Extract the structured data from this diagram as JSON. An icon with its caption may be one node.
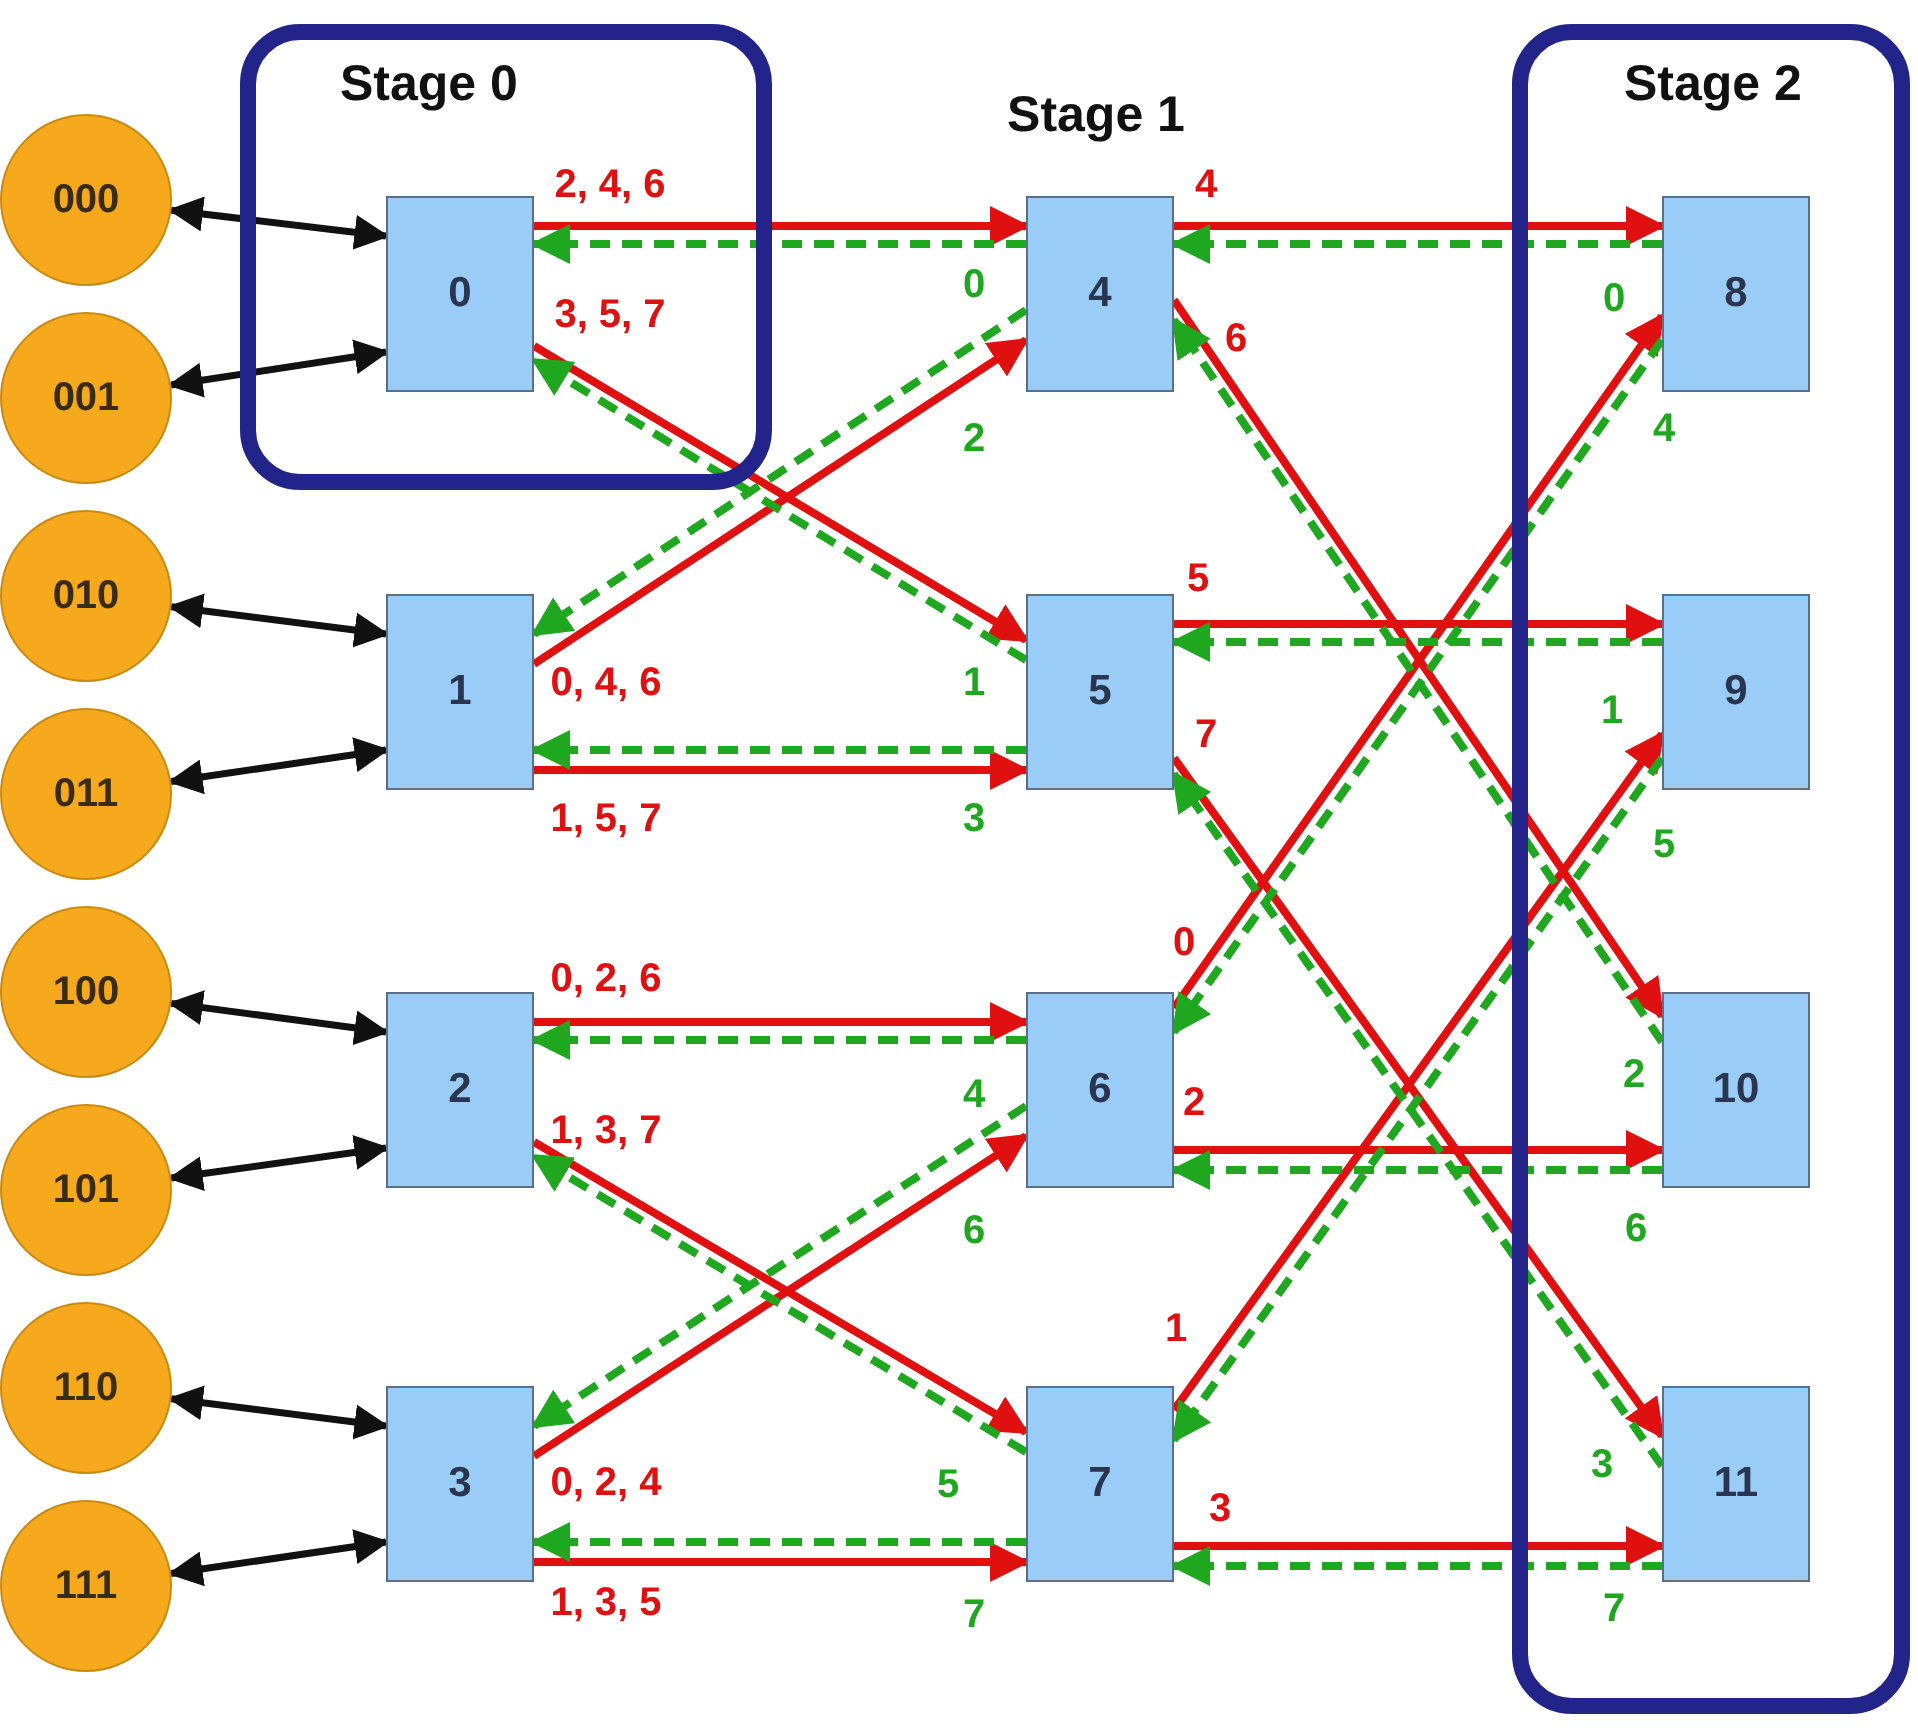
{
  "diagram": {
    "nodes": [
      {
        "text": [
          "Stage 0"
        ]
      },
      {
        "text": [
          "0"
        ],
        "in": 0
      },
      {
        "text": [
          "1"
        ]
      },
      {
        "text": [
          "2"
        ]
      },
      {
        "text": [
          "3"
        ]
      },
      {
        "text": [
          "4"
        ]
      },
      {
        "text": [
          "5"
        ]
      },
      {
        "text": [
          "6"
        ]
      },
      {
        "text": [
          "7"
        ]
      },
      {
        "text": [
          "Stage 2"
        ]
      },
      {
        "text": [
          "8"
        ],
        "in": 9
      },
      {
        "text": [
          "9"
        ],
        "in": 9
      },
      {
        "text": [
          "10"
        ],
        "in": 9
      },
      {
        "text": [
          "11"
        ],
        "in": 9
      },
      {
        "text": [
          "000"
        ]
      },
      {
        "text": [
          "001"
        ]
      },
      {
        "text": [
          "010"
        ]
      },
      {
        "text": [
          "011"
        ]
      },
      {
        "text": [
          "100"
        ]
      },
      {
        "text": [
          "101"
        ]
      },
      {
        "text": [
          "110"
        ]
      },
      {
        "text": [
          "111"
        ]
      }
    ],
    "edges": [
      {
        "from": 14,
        "to": 1,
        "arrow": "both",
        "color": "#111111"
      },
      {
        "from": 15,
        "to": 1,
        "arrow": "both",
        "color": "#111111"
      },
      {
        "from": 16,
        "to": 2,
        "arrow": "both",
        "color": "#111111"
      },
      {
        "from": 17,
        "to": 2,
        "arrow": "both",
        "color": "#111111"
      },
      {
        "from": 18,
        "to": 3,
        "arrow": "both",
        "color": "#111111"
      },
      {
        "from": 19,
        "to": 3,
        "arrow": "both",
        "color": "#111111"
      },
      {
        "from": 20,
        "to": 4,
        "arrow": "both",
        "color": "#111111"
      },
      {
        "from": 21,
        "to": 4,
        "arrow": "both",
        "color": "#111111"
      },
      {
        "from": 1,
        "to": 5,
        "arrow": "to",
        "label": "2, 4, 6",
        "color": "#e01010"
      },
      {
        "from": 1,
        "to": 6,
        "arrow": "to",
        "label": "3, 5, 7",
        "color": "#e01010"
      },
      {
        "from": 2,
        "to": 5,
        "arrow": "to",
        "label": "0, 4, 6",
        "color": "#e01010"
      },
      {
        "from": 2,
        "to": 6,
        "arrow": "to",
        "label": "1, 5, 7",
        "color": "#e01010"
      },
      {
        "from": 3,
        "to": 7,
        "arrow": "to",
        "label": "0, 2, 6",
        "color": "#e01010"
      },
      {
        "from": 3,
        "to": 8,
        "arrow": "to",
        "label": "1, 3, 7",
        "color": "#e01010"
      },
      {
        "from": 4,
        "to": 7,
        "arrow": "to",
        "label": "0, 2, 4",
        "color": "#e01010"
      },
      {
        "from": 4,
        "to": 8,
        "arrow": "to",
        "label": "1, 3, 5",
        "color": "#e01010"
      },
      {
        "from": 5,
        "to": 1,
        "arrow": "to",
        "label": "0",
        "style": "dashed",
        "color": "#1fa81f"
      },
      {
        "from": 6,
        "to": 1,
        "arrow": "to",
        "label": "1",
        "style": "dashed",
        "color": "#1fa81f"
      },
      {
        "from": 5,
        "to": 2,
        "arrow": "to",
        "label": "2",
        "style": "dashed",
        "color": "#1fa81f"
      },
      {
        "from": 6,
        "to": 2,
        "arrow": "to",
        "label": "3",
        "style": "dashed",
        "color": "#1fa81f"
      },
      {
        "from": 7,
        "to": 3,
        "arrow": "to",
        "label": "4",
        "style": "dashed",
        "color": "#1fa81f"
      },
      {
        "from": 8,
        "to": 3,
        "arrow": "to",
        "label": "5",
        "style": "dashed",
        "color": "#1fa81f"
      },
      {
        "from": 7,
        "to": 4,
        "arrow": "to",
        "label": "6",
        "style": "dashed",
        "color": "#1fa81f"
      },
      {
        "from": 8,
        "to": 4,
        "arrow": "to",
        "label": "7",
        "style": "dashed",
        "color": "#1fa81f"
      },
      {
        "from": 5,
        "to": 10,
        "arrow": "to",
        "label": "4",
        "color": "#e01010"
      },
      {
        "from": 5,
        "to": 12,
        "arrow": "to",
        "label": "6",
        "color": "#e01010"
      },
      {
        "from": 6,
        "to": 11,
        "arrow": "to",
        "label": "5",
        "color": "#e01010"
      },
      {
        "from": 6,
        "to": 13,
        "arrow": "to",
        "label": "7",
        "color": "#e01010"
      },
      {
        "from": 7,
        "to": 10,
        "arrow": "to",
        "label": "0",
        "color": "#e01010"
      },
      {
        "from": 7,
        "to": 12,
        "arrow": "to",
        "label": "2",
        "color": "#e01010"
      },
      {
        "from": 8,
        "to": 11,
        "arrow": "to",
        "label": "1",
        "color": "#e01010"
      },
      {
        "from": 8,
        "to": 13,
        "arrow": "to",
        "label": "3",
        "color": "#e01010"
      },
      {
        "from": 10,
        "to": 5,
        "arrow": "to",
        "label": "0",
        "style": "dashed",
        "color": "#1fa81f"
      },
      {
        "from": 10,
        "to": 7,
        "arrow": "to",
        "label": "4",
        "style": "dashed",
        "color": "#1fa81f"
      },
      {
        "from": 11,
        "to": 6,
        "arrow": "to",
        "label": "1",
        "style": "dashed",
        "color": "#1fa81f"
      },
      {
        "from": 11,
        "to": 8,
        "arrow": "to",
        "label": "5",
        "style": "dashed",
        "color": "#1fa81f"
      },
      {
        "from": 12,
        "to": 5,
        "arrow": "to",
        "label": "2",
        "style": "dashed",
        "color": "#1fa81f"
      },
      {
        "from": 12,
        "to": 7,
        "arrow": "to",
        "label": "6",
        "style": "dashed",
        "color": "#1fa81f"
      },
      {
        "from": 13,
        "to": 6,
        "arrow": "to",
        "label": "3",
        "style": "dashed",
        "color": "#1fa81f"
      },
      {
        "from": 13,
        "to": 8,
        "arrow": "to",
        "label": "7",
        "style": "dashed",
        "color": "#1fa81f"
      }
    ],
    "labels": [
      "Stage 1"
    ]
  }
}
